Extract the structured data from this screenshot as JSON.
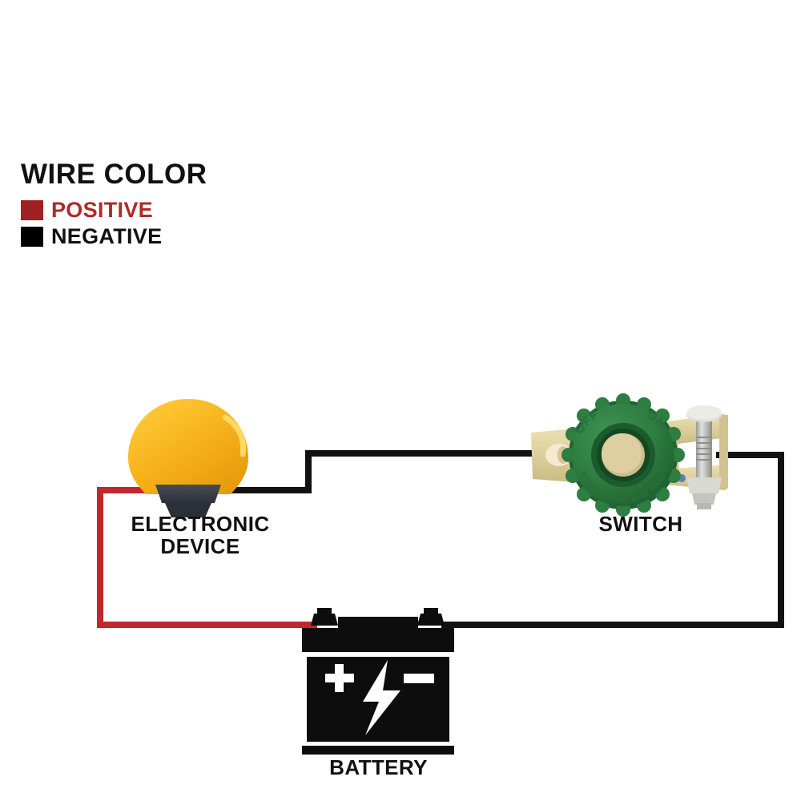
{
  "legend": {
    "title": "WIRE COLOR",
    "items": [
      {
        "label": "POSITIVE",
        "color": "#9e2022",
        "text_color": "#b02a2a"
      },
      {
        "label": "NEGATIVE",
        "color": "#000000",
        "text_color": "#111111"
      }
    ]
  },
  "components": {
    "device": {
      "caption": "ELECTRONIC\nDEVICE",
      "icon": "light-bulb",
      "bulb_color": "#f6b21b",
      "bulb_shade_color": "#e0930d",
      "base_color": "#3c4049"
    },
    "switch": {
      "caption": "SWITCH",
      "icon": "battery-disconnect-switch",
      "knob_color": "#2f7d42",
      "knob_dark_color": "#1d5c2e",
      "brass_color": "#ded0a0",
      "bolt_color": "#c9c9c4",
      "knob_text_top_left": "OFF",
      "knob_text_top_right": "ON",
      "knob_text_bottom": "KEEP CLEAN AND TIGHT"
    },
    "battery": {
      "caption": "BATTERY",
      "icon": "car-battery",
      "body_color": "#0d0d0d",
      "positive_mark": "+",
      "negative_mark": "−",
      "center_mark": "lightning-bolt"
    }
  },
  "wires": [
    {
      "name": "positive-wire",
      "from": "electronic-device",
      "to": "battery-positive-terminal",
      "color": "#c0282c",
      "polarity": "POSITIVE"
    },
    {
      "name": "negative-wire-device-to-switch",
      "from": "electronic-device",
      "to": "switch-left-terminal",
      "color": "#111111",
      "polarity": "NEGATIVE"
    },
    {
      "name": "negative-wire-switch-to-battery",
      "from": "switch-right-terminal",
      "to": "battery-negative-terminal",
      "color": "#111111",
      "polarity": "NEGATIVE"
    }
  ]
}
